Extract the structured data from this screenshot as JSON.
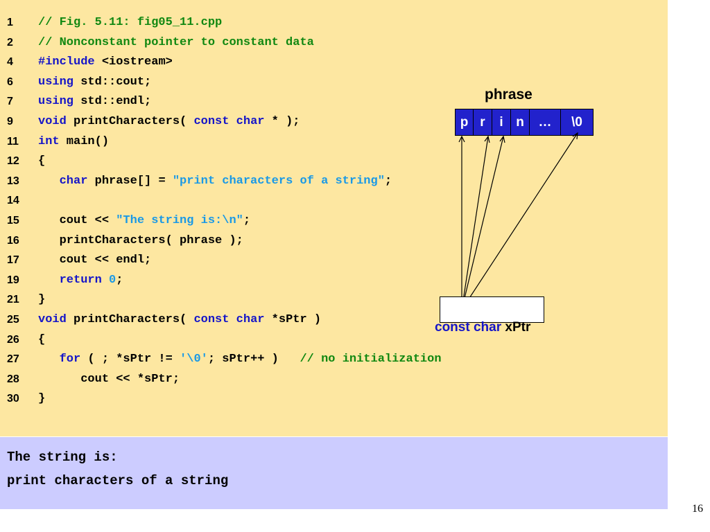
{
  "code": [
    {
      "num": "1",
      "tokens": [
        {
          "t": "// Fig. 5.11: fig05_11.cpp",
          "c": "comment"
        }
      ]
    },
    {
      "num": "2",
      "tokens": [
        {
          "t": "// Nonconstant pointer to constant data",
          "c": "comment"
        }
      ]
    },
    {
      "num": "4",
      "tokens": [
        {
          "t": "#include",
          "c": "kw"
        },
        {
          "t": " <iostream>",
          "c": "plain"
        }
      ]
    },
    {
      "num": "6",
      "tokens": [
        {
          "t": "using",
          "c": "kw"
        },
        {
          "t": " std::cout;",
          "c": "plain"
        }
      ]
    },
    {
      "num": "7",
      "tokens": [
        {
          "t": "using",
          "c": "kw"
        },
        {
          "t": " std::endl;",
          "c": "plain"
        }
      ]
    },
    {
      "num": "9",
      "tokens": [
        {
          "t": "void",
          "c": "kw"
        },
        {
          "t": " printCharacters( ",
          "c": "plain"
        },
        {
          "t": "const char",
          "c": "kw"
        },
        {
          "t": " * );",
          "c": "plain"
        }
      ]
    },
    {
      "num": "11",
      "tokens": [
        {
          "t": "int",
          "c": "kw"
        },
        {
          "t": " main()",
          "c": "plain"
        }
      ]
    },
    {
      "num": "12",
      "tokens": [
        {
          "t": "{",
          "c": "plain"
        }
      ]
    },
    {
      "num": "13",
      "tokens": [
        {
          "t": "   ",
          "c": "plain"
        },
        {
          "t": "char",
          "c": "kw"
        },
        {
          "t": " phrase[] = ",
          "c": "plain"
        },
        {
          "t": "\"print characters of a string\"",
          "c": "str"
        },
        {
          "t": ";",
          "c": "plain"
        }
      ]
    },
    {
      "num": "14",
      "tokens": []
    },
    {
      "num": "15",
      "tokens": [
        {
          "t": "   cout << ",
          "c": "plain"
        },
        {
          "t": "\"The string is:\\n\"",
          "c": "str"
        },
        {
          "t": ";",
          "c": "plain"
        }
      ]
    },
    {
      "num": "16",
      "tokens": [
        {
          "t": "   printCharacters( phrase );",
          "c": "plain"
        }
      ]
    },
    {
      "num": "17",
      "tokens": [
        {
          "t": "   cout << endl;",
          "c": "plain"
        }
      ]
    },
    {
      "num": "19",
      "tokens": [
        {
          "t": "   ",
          "c": "plain"
        },
        {
          "t": "return",
          "c": "kw"
        },
        {
          "t": " ",
          "c": "plain"
        },
        {
          "t": "0",
          "c": "num"
        },
        {
          "t": ";",
          "c": "plain"
        }
      ]
    },
    {
      "num": "21",
      "tokens": [
        {
          "t": "}",
          "c": "plain"
        }
      ]
    },
    {
      "num": "25",
      "tokens": [
        {
          "t": "void",
          "c": "kw"
        },
        {
          "t": " printCharacters( ",
          "c": "plain"
        },
        {
          "t": "const char",
          "c": "kw"
        },
        {
          "t": " *sPtr )",
          "c": "plain"
        }
      ]
    },
    {
      "num": "26",
      "tokens": [
        {
          "t": "{",
          "c": "plain"
        }
      ]
    },
    {
      "num": "27",
      "tokens": [
        {
          "t": "   ",
          "c": "plain"
        },
        {
          "t": "for",
          "c": "kw"
        },
        {
          "t": " ( ; *sPtr != ",
          "c": "plain"
        },
        {
          "t": "'\\0'",
          "c": "str"
        },
        {
          "t": "; sPtr++ )   ",
          "c": "plain"
        },
        {
          "t": "// no initialization",
          "c": "comment"
        }
      ]
    },
    {
      "num": "28",
      "tokens": [
        {
          "t": "      cout << *sPtr;",
          "c": "plain"
        }
      ]
    },
    {
      "num": "30",
      "tokens": [
        {
          "t": "}",
          "c": "plain"
        }
      ]
    }
  ],
  "output": [
    "The string is:",
    "print characters of a string"
  ],
  "diagram": {
    "array_label": "phrase",
    "cells": [
      "p",
      "r",
      "i",
      "n",
      "…",
      "\\0"
    ],
    "pointer_type": "const char",
    "pointer_name": "xPtr"
  },
  "page_number": "16",
  "colors": {
    "code_bg": "#fde7a1",
    "output_bg": "#ccccff",
    "keyword": "#1515c8",
    "comment": "#118811",
    "string": "#1a99e6",
    "array_cell": "#2222cc"
  }
}
